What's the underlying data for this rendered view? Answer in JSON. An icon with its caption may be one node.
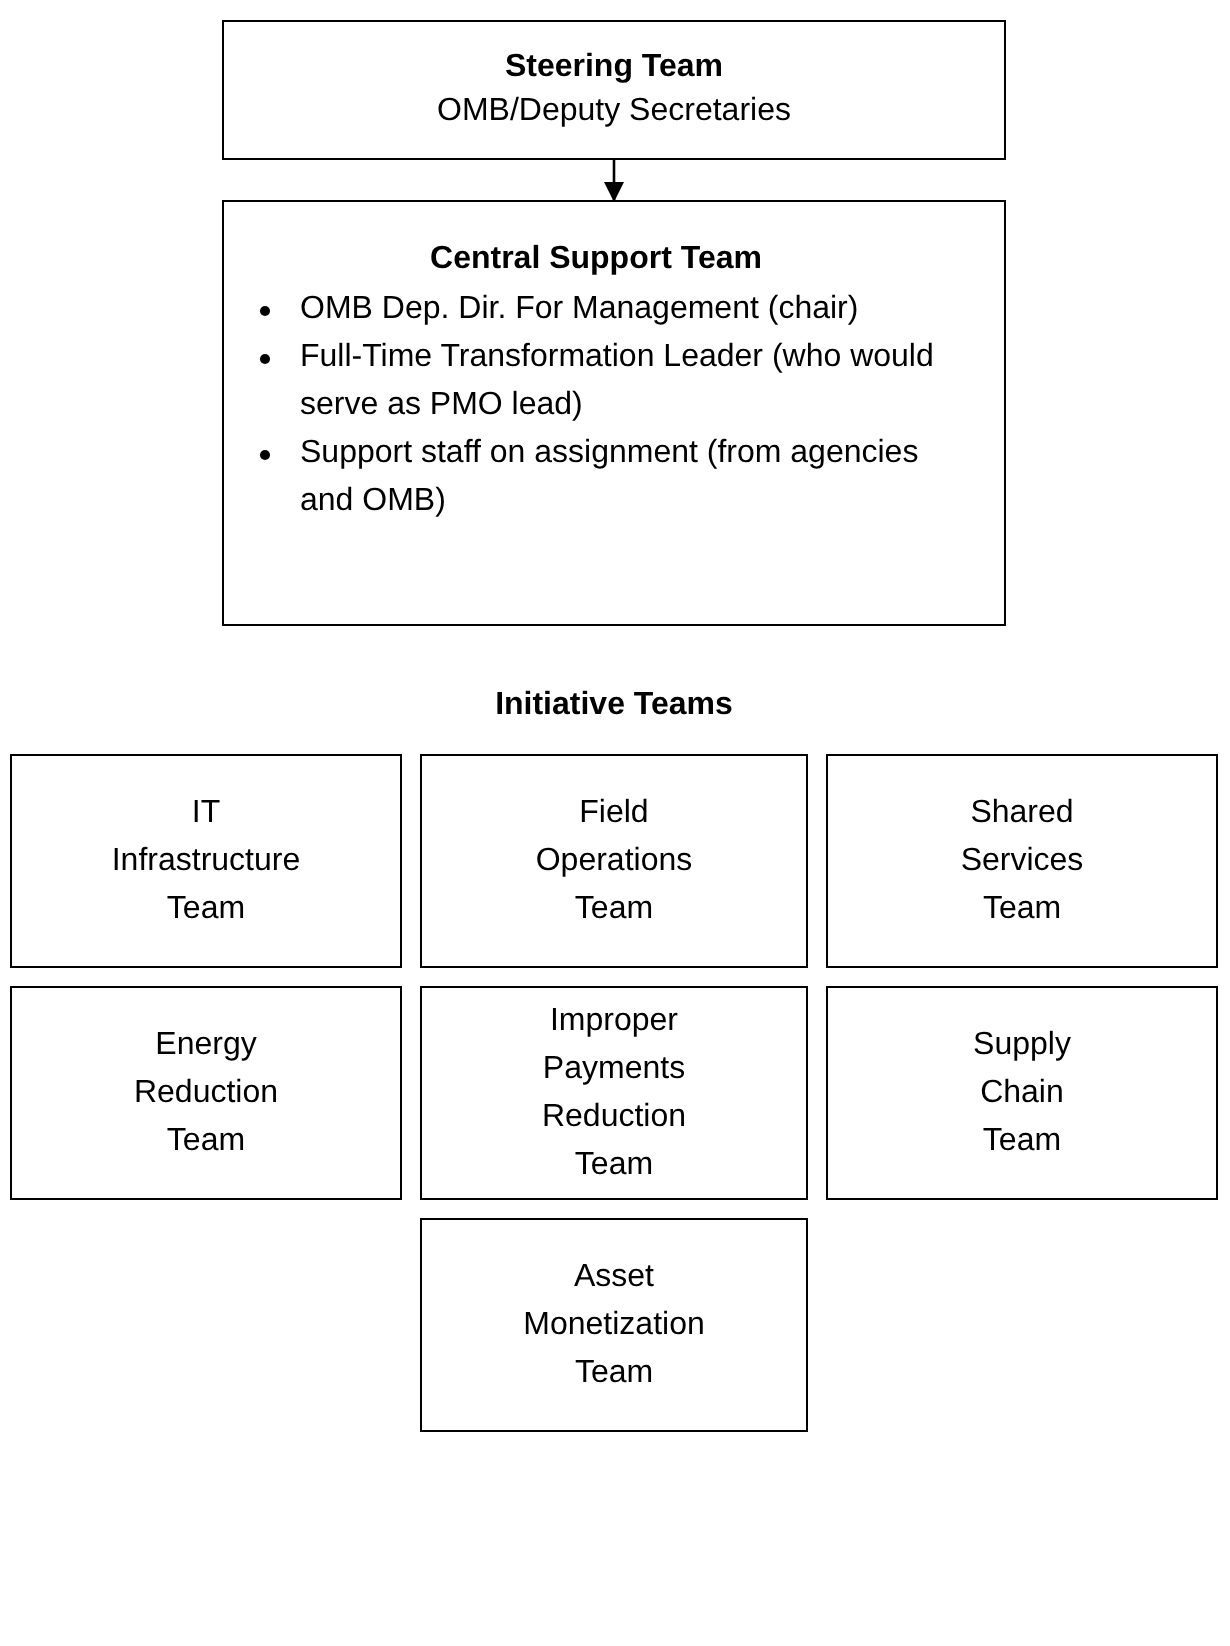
{
  "diagram": {
    "nodes": [
      {
        "text": [
          "Steering Team",
          "OMB/Deputy Secretaries"
        ]
      },
      {
        "text": [
          "Central Support Team",
          "OMB Dep. Dir. For Management (chair)",
          "Full-Time Transformation Leader (who would serve as PMO lead)",
          "Support staff on assignment (from agencies and OMB)"
        ]
      },
      {
        "text": [
          "IT Infrastructure Team"
        ]
      },
      {
        "text": [
          "Field Operations Team"
        ]
      },
      {
        "text": [
          "Shared Services Team"
        ]
      },
      {
        "text": [
          "Energy Reduction Team"
        ]
      },
      {
        "text": [
          "Improper Payments Reduction Team"
        ]
      },
      {
        "text": [
          "Supply Chain Team"
        ]
      },
      {
        "text": [
          "Asset Monetization Team"
        ]
      }
    ],
    "edges": [
      {
        "from": 0,
        "to": 1,
        "arrow": "to"
      }
    ],
    "labels": [
      "Initiative Teams"
    ]
  }
}
